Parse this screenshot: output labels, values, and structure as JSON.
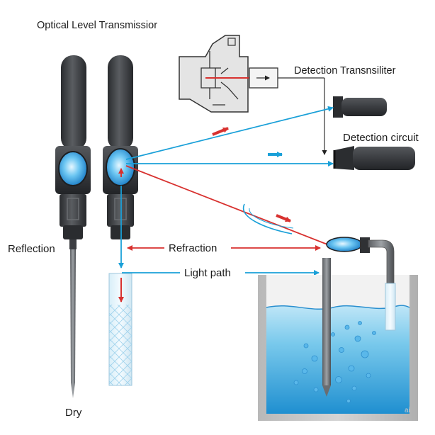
{
  "diagram": {
    "title": "Optical Level Transmissior",
    "labels": {
      "detection_transmitter": "Detection Transnsiliter",
      "detection_circuit": "Detection circuit",
      "reflection": "Reflection",
      "refraction": "Refraction",
      "light_path": "Light path",
      "dry": "Dry"
    },
    "watermark": "ai",
    "colors": {
      "sensor_body": "#3b3d40",
      "lens_blue": "#3ba3e8",
      "light_ray_blue": "#1aa0d8",
      "light_ray_red": "#d8312f",
      "water_blue": "#5fbde6",
      "tank_frame": "#c8c8c8",
      "schematic_fill": "#e4e4e4"
    }
  }
}
